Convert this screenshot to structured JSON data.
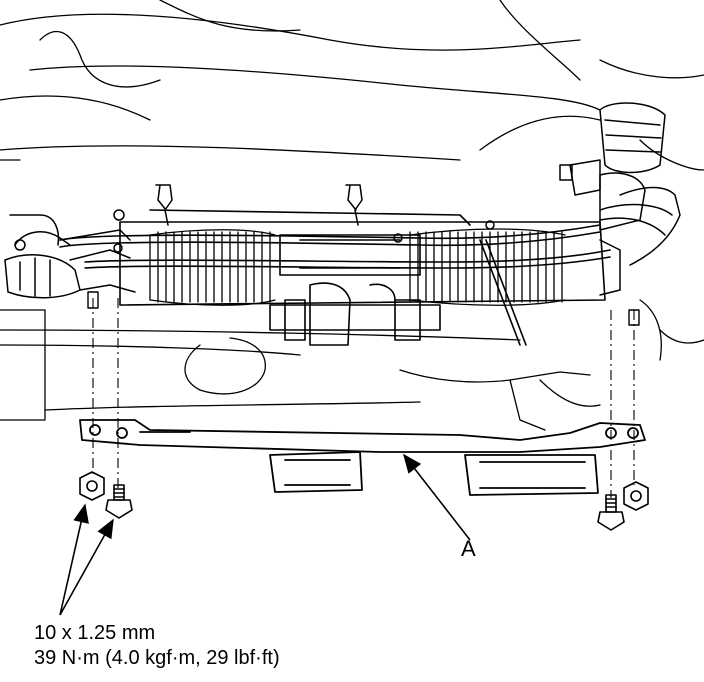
{
  "callouts": {
    "part_a": "A"
  },
  "fastener_spec": {
    "size": "10 x 1.25 mm",
    "torque": "39 N·m (4.0 kgf·m, 29 lbf·ft)"
  }
}
